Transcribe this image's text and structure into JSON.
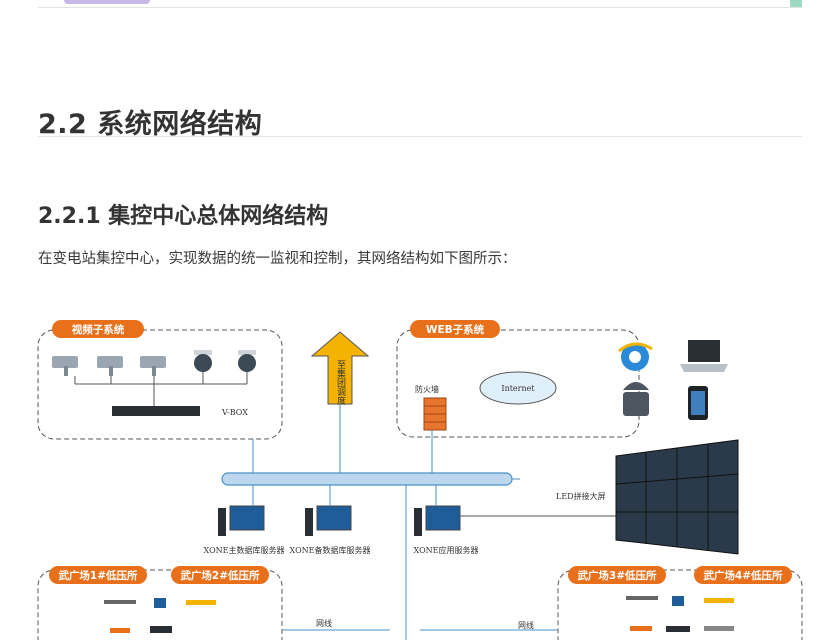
{
  "section": {
    "title": "2.2 系统网络结构",
    "subsection_title": "2.2.1 集控中心总体网络结构",
    "intro": "在变电站集控中心，实现数据的统一监视和控制，其网络结构如下图所示："
  },
  "diagram": {
    "video_group": "视频子系统",
    "web_group": "WEB子系统",
    "vbox_label": "V-BOX",
    "arrow_text": "至集团调度",
    "firewall_label": "防火墙",
    "internet_label": "Internet",
    "led_label": "LED拼接大屏",
    "server_main": "XONE主数据库服务器",
    "server_backup": "XONE备数据库服务器",
    "server_app": "XONE应用服务器",
    "site1": "武广场1#低压所",
    "site2": "武广场2#低压所",
    "site3": "武广场3#低压所",
    "site4": "武广场4#低压所",
    "net_left": "网线",
    "net_right": "网线"
  },
  "colors": {
    "orange": "#e8701a",
    "bus": "#bcd6ee",
    "line": "#4a90c8"
  }
}
